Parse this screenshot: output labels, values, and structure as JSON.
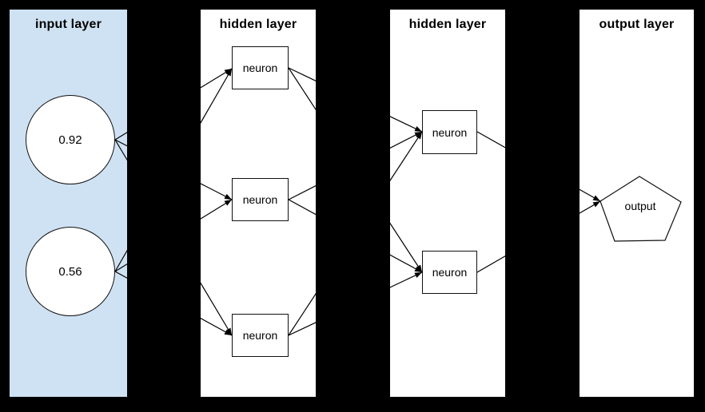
{
  "diagram": {
    "type": "neural-network-diagram",
    "colors": {
      "background": "#000000",
      "input_panel": "#cfe2f3",
      "hidden_panel": "#ffffff",
      "output_panel": "#ffffff",
      "node_fill": "#ffffff",
      "stroke": "#000000",
      "text": "#000000"
    },
    "layers": [
      {
        "title": "input layer",
        "nodes": [
          {
            "shape": "circle",
            "label": "0.92"
          },
          {
            "shape": "circle",
            "label": "0.56"
          }
        ]
      },
      {
        "title": "hidden layer",
        "nodes": [
          {
            "shape": "rect",
            "label": "neuron"
          },
          {
            "shape": "rect",
            "label": "neuron"
          },
          {
            "shape": "rect",
            "label": "neuron"
          }
        ]
      },
      {
        "title": "hidden layer",
        "nodes": [
          {
            "shape": "rect",
            "label": "neuron"
          },
          {
            "shape": "rect",
            "label": "neuron"
          }
        ]
      },
      {
        "title": "output layer",
        "nodes": [
          {
            "shape": "pentagon",
            "label": "output"
          }
        ]
      }
    ],
    "edges": [
      {
        "from": "input-1",
        "to": "hidden1-1"
      },
      {
        "from": "input-1",
        "to": "hidden1-2"
      },
      {
        "from": "input-1",
        "to": "hidden1-3"
      },
      {
        "from": "input-2",
        "to": "hidden1-1"
      },
      {
        "from": "input-2",
        "to": "hidden1-2"
      },
      {
        "from": "input-2",
        "to": "hidden1-3"
      },
      {
        "from": "hidden1-1",
        "to": "hidden2-1"
      },
      {
        "from": "hidden1-1",
        "to": "hidden2-2"
      },
      {
        "from": "hidden1-2",
        "to": "hidden2-1"
      },
      {
        "from": "hidden1-2",
        "to": "hidden2-2"
      },
      {
        "from": "hidden1-3",
        "to": "hidden2-1"
      },
      {
        "from": "hidden1-3",
        "to": "hidden2-2"
      },
      {
        "from": "hidden2-1",
        "to": "output-1"
      },
      {
        "from": "hidden2-2",
        "to": "output-1"
      }
    ]
  }
}
